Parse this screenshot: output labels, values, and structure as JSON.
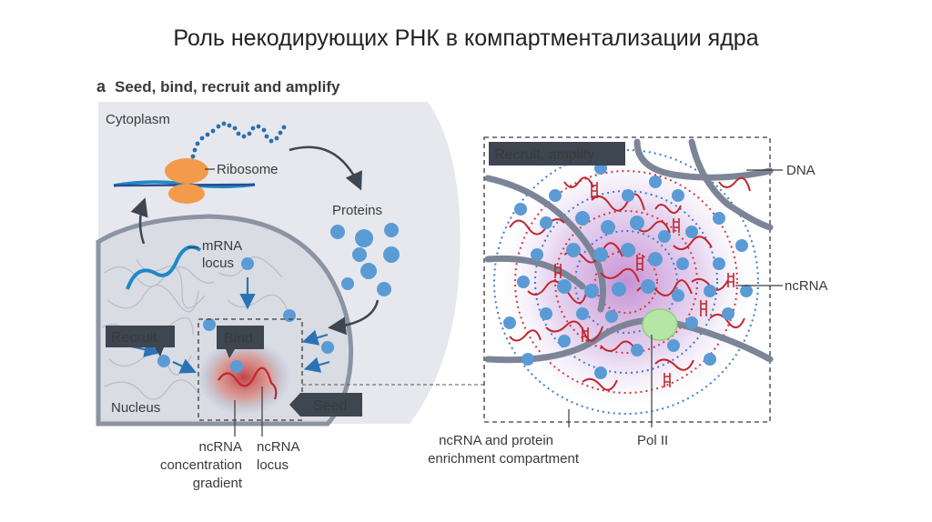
{
  "slide_title": "Роль некодирующих РНК в компартментализации ядра",
  "panel": {
    "letter": "a",
    "title": "Seed, bind, recruit and amplify"
  },
  "labels": {
    "cytoplasm": "Cytoplasm",
    "ribosome": "Ribosome",
    "proteins": "Proteins",
    "mrna_locus_1": "mRNA",
    "mrna_locus_2": "locus",
    "recruit": "Recruit",
    "bind": "Bind",
    "seed": "Seed",
    "nucleus": "Nucleus",
    "ncrna_gradient_1": "ncRNA",
    "ncrna_gradient_2": "concentration",
    "ncrna_gradient_3": "gradient",
    "ncrna_locus_1": "ncRNA",
    "ncrna_locus_2": "locus",
    "recruit_amplify": "Recruit, amplify",
    "dna": "DNA",
    "ncrna": "ncRNA",
    "pol2": "Pol II",
    "compartment_1": "ncRNA and protein",
    "compartment_2": "enrichment compartment"
  },
  "colors": {
    "cell_fill": "#e6e8ee",
    "nucleus_fill": "#dcdfe6",
    "protein_blue": "#5b9bd5",
    "ribosome_orange": "#f39b4a",
    "rna_red": "#c0272d",
    "dna_gray": "#7b8597",
    "pol2_green": "#b5e6a5",
    "tag_dark": "#3d4651"
  }
}
